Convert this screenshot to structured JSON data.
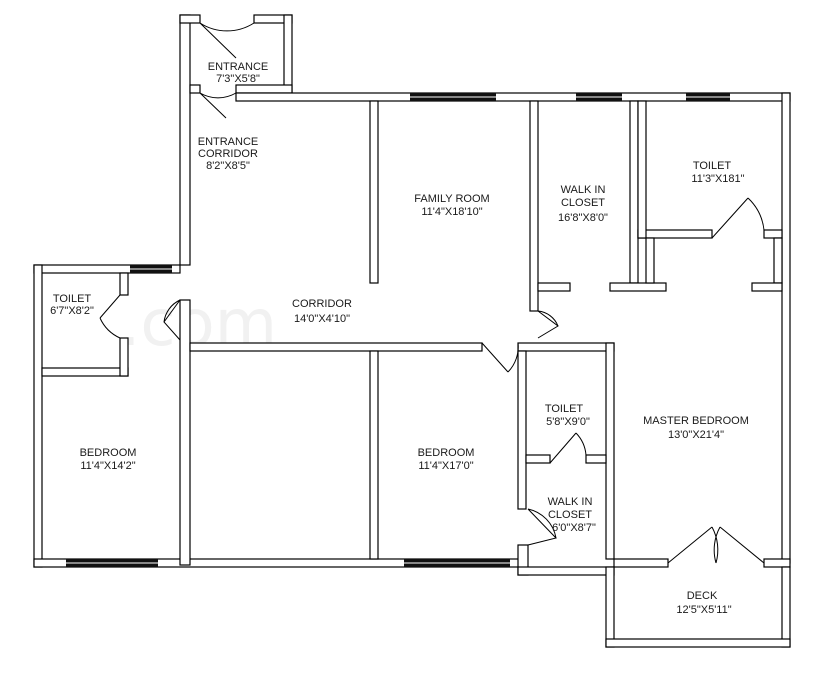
{
  "rooms": {
    "entrance": {
      "name": "ENTRANCE",
      "size": "7'3\"X5'8\""
    },
    "entrance_corridor": {
      "name_line1": "ENTRANCE",
      "name_line2": "CORRIDOR",
      "size": "8'2\"X8'5\""
    },
    "family_room": {
      "name": "FAMILY ROOM",
      "size": "11'4\"X18'10\""
    },
    "walk_in_closet_top": {
      "name_line1": "WALK IN",
      "name_line2": "CLOSET",
      "size": "16'8\"X8'0\""
    },
    "toilet_master": {
      "name": "TOILET",
      "size": "11'3\"X181\""
    },
    "toilet_left": {
      "name": "TOILET",
      "size": "6'7\"X8'2\""
    },
    "corridor": {
      "name": "CORRIDOR",
      "size": "14'0\"X4'10\""
    },
    "bedroom_left": {
      "name": "BEDROOM",
      "size": "11'4\"X14'2\""
    },
    "bedroom_middle": {
      "name": "BEDROOM",
      "size": "11'4\"X17'0\""
    },
    "toilet_middle": {
      "name": "TOILET",
      "size": "5'8\"X9'0\""
    },
    "walk_in_closet_bottom": {
      "name_line1": "WALK IN",
      "name_line2": "CLOSET",
      "size": "6'0\"X8'7\""
    },
    "master_bedroom": {
      "name": "MASTER BEDROOM",
      "size": "13'0\"X21'4\""
    },
    "deck": {
      "name": "DECK",
      "size": "12'5\"X5'11\""
    }
  },
  "colors": {
    "wall": "#000000",
    "window": "#111111",
    "background": "#ffffff"
  }
}
